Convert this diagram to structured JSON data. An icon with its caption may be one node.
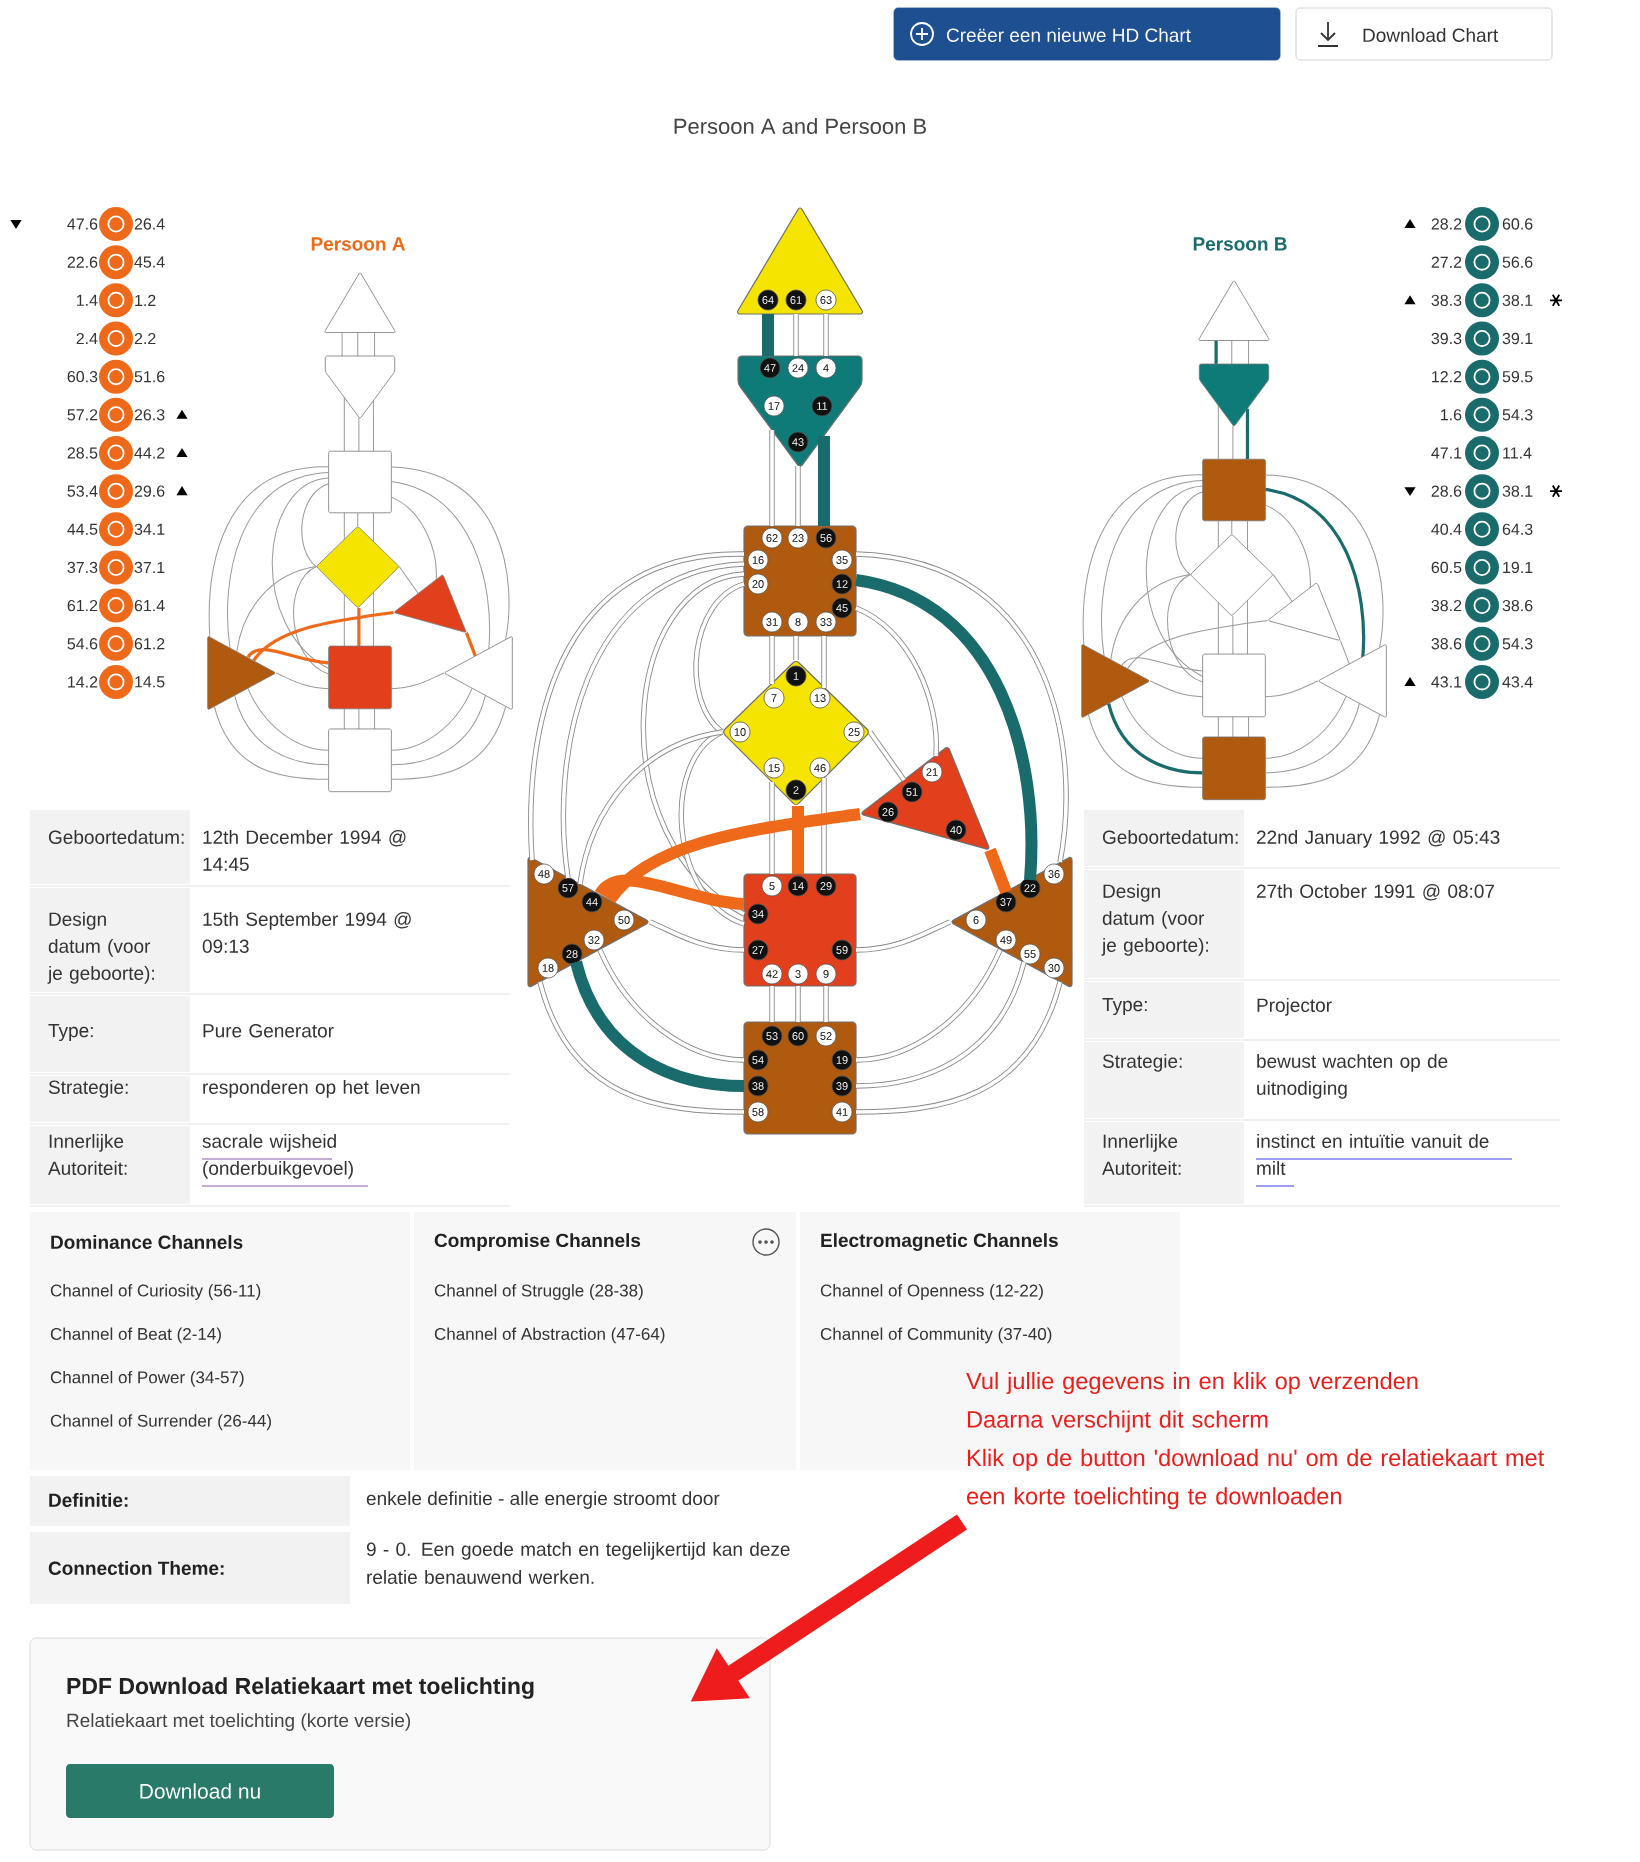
{
  "diagram": {
    "title": "Persoon A and Persoon B",
    "nodes": [
      {
        "text": [
          "64",
          "61",
          "63"
        ]
      },
      {
        "text": [
          "47",
          "24",
          "4",
          "17",
          "11",
          "43"
        ]
      },
      {
        "text": [
          "62",
          "23",
          "56",
          "16",
          "35",
          "20",
          "12",
          "45",
          "31",
          "8",
          "33"
        ]
      },
      {
        "text": [
          "1",
          "7",
          "13",
          "10",
          "25",
          "15",
          "46",
          "2"
        ]
      },
      {
        "text": [
          "21",
          "51",
          "26",
          "40"
        ]
      },
      {
        "text": [
          "48",
          "57",
          "44",
          "50",
          "32",
          "28",
          "18"
        ]
      },
      {
        "text": [
          "5",
          "14",
          "29",
          "34",
          "27",
          "59",
          "42",
          "3",
          "9"
        ]
      },
      {
        "text": [
          "36",
          "22",
          "37",
          "6",
          "49",
          "55",
          "30"
        ]
      },
      {
        "text": [
          "53",
          "60",
          "52",
          "54",
          "19",
          "38",
          "39",
          "58",
          "41"
        ]
      },
      {
        "text": [
          "Vul jullie gegevens in en klik op verzenden",
          "Daarna verschijnt dit scherm",
          "Klik op de button 'download nu' om de relatiekaart met een korte toelichting te downloaden"
        ]
      },
      {
        "text": [
          "PDF Download Relatiekaart met toelichting",
          "Relatiekaart met toelichting (korte versie)"
        ]
      },
      {
        "text": [
          "Download nu"
        ],
        "in": 10
      }
    ],
    "edges": [
      {
        "from": 0,
        "to": 1,
        "arrow": "none",
        "style": "thick",
        "color": "#1a6b6b"
      },
      {
        "from": 0,
        "to": 1,
        "arrow": "none"
      },
      {
        "from": 0,
        "to": 1,
        "arrow": "none"
      },
      {
        "from": 1,
        "to": 2,
        "arrow": "none"
      },
      {
        "from": 1,
        "to": 2,
        "arrow": "none"
      },
      {
        "from": 1,
        "to": 2,
        "arrow": "none",
        "style": "thick",
        "color": "#1a6b6b"
      },
      {
        "from": 2,
        "to": 3,
        "arrow": "none"
      },
      {
        "from": 2,
        "to": 3,
        "arrow": "none"
      },
      {
        "from": 2,
        "to": 3,
        "arrow": "none"
      },
      {
        "from": 2,
        "to": 3,
        "arrow": "none"
      },
      {
        "from": 2,
        "to": 6,
        "arrow": "none"
      },
      {
        "from": 2,
        "to": 5,
        "arrow": "none"
      },
      {
        "from": 3,
        "to": 6,
        "arrow": "none"
      },
      {
        "from": 3,
        "to": 5,
        "arrow": "none"
      },
      {
        "from": 6,
        "to": 5,
        "arrow": "none",
        "style": "thick",
        "color": "#ee6a1a"
      },
      {
        "from": 2,
        "to": 5,
        "arrow": "none"
      },
      {
        "from": 2,
        "to": 4,
        "arrow": "none"
      },
      {
        "from": 2,
        "to": 7,
        "arrow": "none"
      },
      {
        "from": 2,
        "to": 7,
        "arrow": "none",
        "style": "thick",
        "color": "#1a6b6b"
      },
      {
        "from": 3,
        "to": 4,
        "arrow": "none"
      },
      {
        "from": 3,
        "to": 6,
        "arrow": "none"
      },
      {
        "from": 3,
        "to": 6,
        "arrow": "none",
        "style": "thick",
        "color": "#ee6a1a"
      },
      {
        "from": 3,
        "to": 6,
        "arrow": "none"
      },
      {
        "from": 4,
        "to": 5,
        "arrow": "none",
        "style": "thick",
        "color": "#ee6a1a"
      },
      {
        "from": 4,
        "to": 7,
        "arrow": "none",
        "style": "thick",
        "color": "#ee6a1a"
      },
      {
        "from": 6,
        "to": 5,
        "arrow": "none"
      },
      {
        "from": 6,
        "to": 7,
        "arrow": "none"
      },
      {
        "from": 6,
        "to": 8,
        "arrow": "none"
      },
      {
        "from": 6,
        "to": 8,
        "arrow": "none"
      },
      {
        "from": 6,
        "to": 8,
        "arrow": "none"
      },
      {
        "from": 5,
        "to": 8,
        "arrow": "none"
      },
      {
        "from": 5,
        "to": 8,
        "arrow": "none",
        "style": "thick",
        "color": "#1a6b6b"
      },
      {
        "from": 5,
        "to": 8,
        "arrow": "none"
      },
      {
        "from": 7,
        "to": 8,
        "arrow": "none"
      },
      {
        "from": 7,
        "to": 8,
        "arrow": "none"
      },
      {
        "from": 7,
        "to": 8,
        "arrow": "none"
      },
      {
        "from": 9,
        "to": 10,
        "arrow": "to",
        "style": "thick",
        "color": "#ee1c1c"
      }
    ],
    "labels": [
      "Creëer een nieuwe HD Chart",
      "Download Chart",
      "Persoon A",
      "Persoon B",
      "47.6",
      "26.4",
      "22.6",
      "45.4",
      "1.4",
      "1.2",
      "2.4",
      "2.2",
      "60.3",
      "51.6",
      "57.2",
      "26.3",
      "28.5",
      "44.2",
      "53.4",
      "29.6",
      "44.5",
      "34.1",
      "37.3",
      "37.1",
      "61.2",
      "61.4",
      "54.6",
      "61.2",
      "14.2",
      "14.5",
      "28.2",
      "60.6",
      "27.2",
      "56.6",
      "38.3",
      "38.1",
      "39.3",
      "39.1",
      "12.2",
      "59.5",
      "1.6",
      "54.3",
      "47.1",
      "11.4",
      "28.6",
      "38.1",
      "40.4",
      "64.3",
      "60.5",
      "19.1",
      "38.2",
      "38.6",
      "38.6",
      "54.3",
      "43.1",
      "43.4",
      "Geboortedatum:",
      "12th December 1994 @ 14:45",
      "Design datum (voor je geboorte):",
      "15th September 1994 @ 09:13",
      "Type:",
      "Pure Generator",
      "Strategie:",
      "responderen op het leven",
      "Innerlijke Autoriteit:",
      "sacrale wijsheid (onderbuikgevoel)",
      "Geboortedatum:",
      "22nd January 1992 @ 05:43",
      "Design datum (voor je geboorte):",
      "27th October 1991 @ 08:07",
      "Type:",
      "Projector",
      "Strategie:",
      "bewust wachten op de uitnodiging",
      "Innerlijke Autoriteit:",
      "instinct en intuïtie vanuit de milt",
      "Dominance Channels",
      "Compromise Channels",
      "Electromagnetic Channels",
      "Channel of Curiosity (56-11)",
      "Channel of Struggle (28-38)",
      "Channel of Openness (12-22)",
      "Channel of Beat (2-14)",
      "Channel of Abstraction (47-64)",
      "Channel of Community (37-40)",
      "Channel of Power (34-57)",
      "Channel of Surrender (26-44)",
      "Definitie:",
      "enkele definitie - alle energie stroomt door",
      "Connection Theme:",
      "9 - 0. Een goede match en tegelijkertijd kan deze relatie benauwend werken."
    ]
  }
}
